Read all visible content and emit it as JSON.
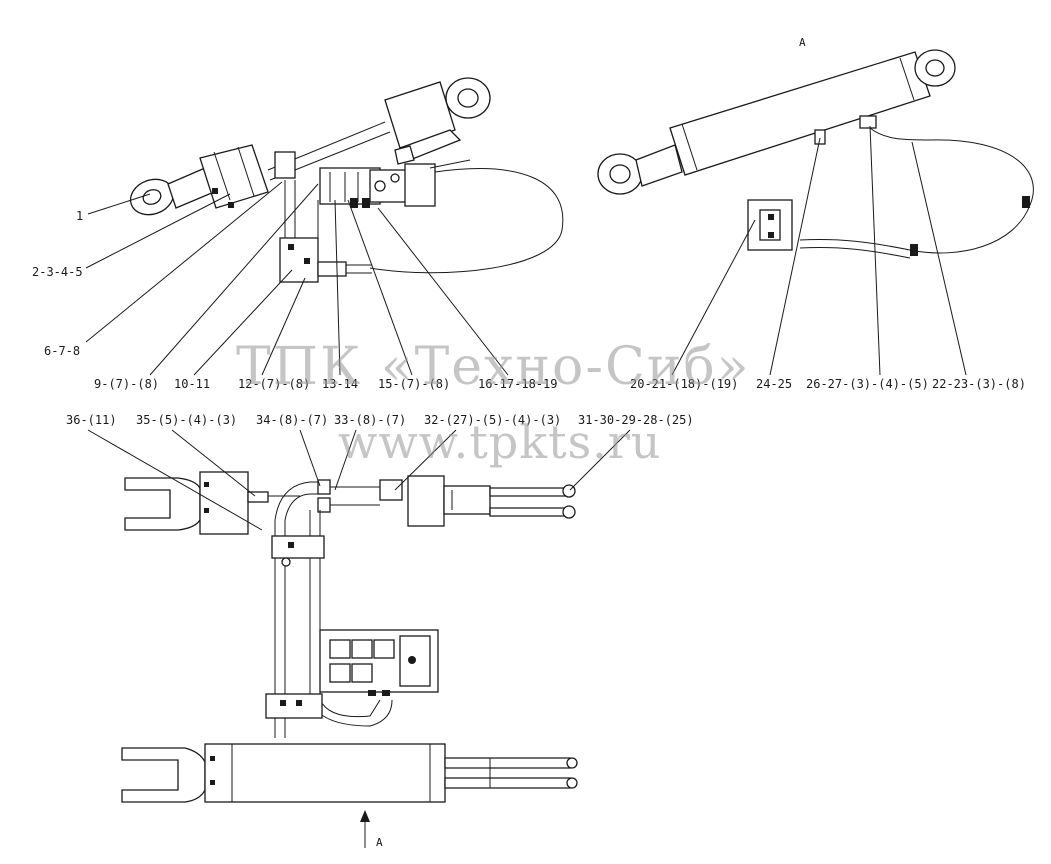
{
  "view_marks": {
    "top": "A",
    "bottom": "A"
  },
  "watermark": {
    "line1": "ТПК «Техно-Сиб»",
    "line2": "www.tpkts.ru"
  },
  "callouts": [
    "1",
    "2-3-4-5",
    "6-7-8",
    "9-(7)-(8)",
    "10-11",
    "12-(7)-(8)",
    "13-14",
    "15-(7)-(8)",
    "16-17-18-19",
    "20-21-(18)-(19)",
    "24-25",
    "26-27-(3)-(4)-(5)",
    "22-23-(3)-(8)",
    "36-(11)",
    "35-(5)-(4)-(3)",
    "34-(8)-(7)",
    "33-(8)-(7)",
    "32-(27)-(5)-(4)-(3)",
    "31-30-29-28-(25)"
  ]
}
